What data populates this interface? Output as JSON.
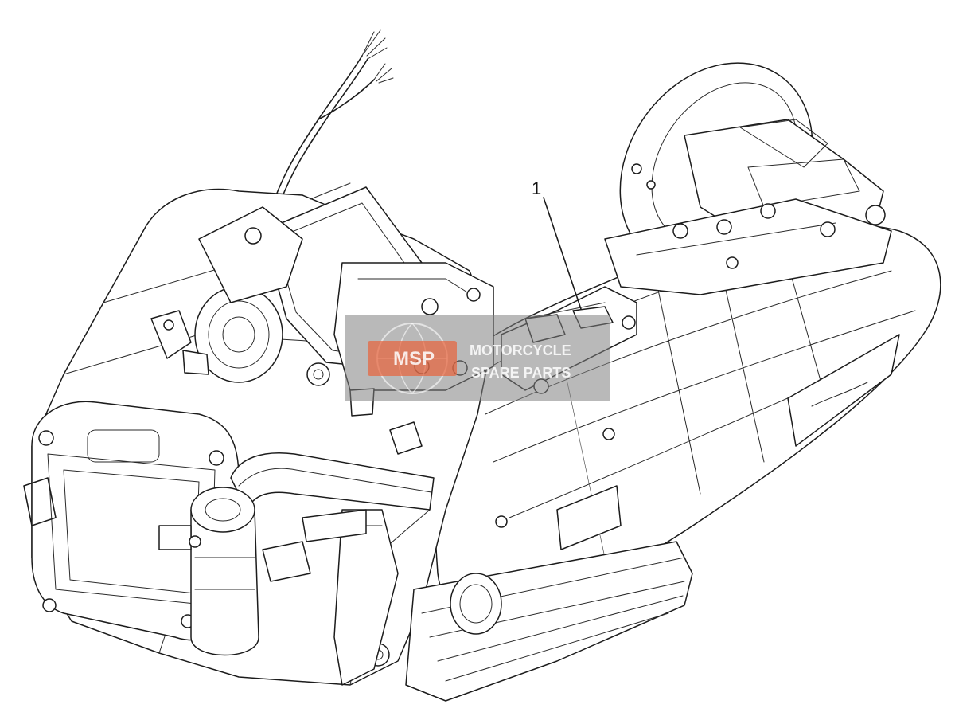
{
  "diagram": {
    "callouts": [
      {
        "label": "1"
      }
    ],
    "watermark": {
      "logo_text": "MSP",
      "line1": "MOTORCYCLE",
      "line2": "SPARE PARTS",
      "colors": {
        "badge": "#808080",
        "logo": "#e8623a"
      }
    },
    "line_color": "#1c1c1c",
    "background": "#ffffff"
  }
}
